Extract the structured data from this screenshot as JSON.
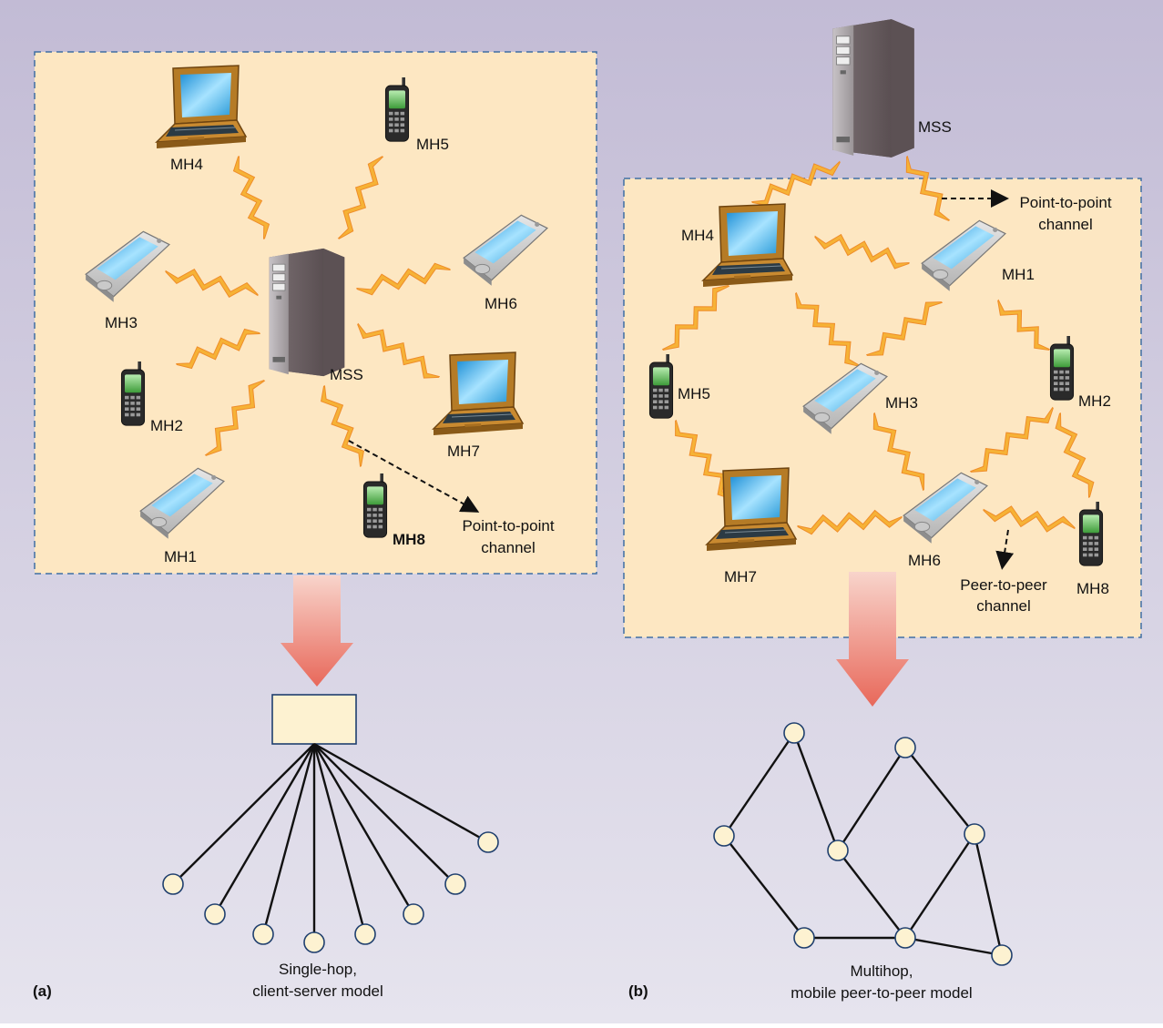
{
  "panel_a": {
    "letter": "(a)",
    "server_label": "MSS",
    "hosts": [
      "MH1",
      "MH2",
      "MH3",
      "MH4",
      "MH5",
      "MH6",
      "MH7",
      "MH8"
    ],
    "channel_label_line1": "Point-to-point",
    "channel_label_line2": "channel",
    "caption_line1": "Single-hop,",
    "caption_line2": "client-server model"
  },
  "panel_b": {
    "letter": "(b)",
    "server_label": "MSS",
    "hosts": [
      "MH1",
      "MH2",
      "MH3",
      "MH4",
      "MH5",
      "MH6",
      "MH7",
      "MH8"
    ],
    "p2p_channel_line1": "Point-to-point",
    "p2p_channel_line2": "channel",
    "peer_channel_line1": "Peer-to-peer",
    "peer_channel_line2": "channel",
    "caption_line1": "Multihop,",
    "caption_line2": "mobile peer-to-peer model"
  },
  "colors": {
    "background_top": "#c2bbd5",
    "background_bottom": "#e6e4ee",
    "panel_fill": "#fde7c2",
    "panel_border": "#3f6fa3",
    "signal_bolt": "#f6b236",
    "down_arrow": "#e8685a",
    "graph_node": "#fdf2d1"
  }
}
